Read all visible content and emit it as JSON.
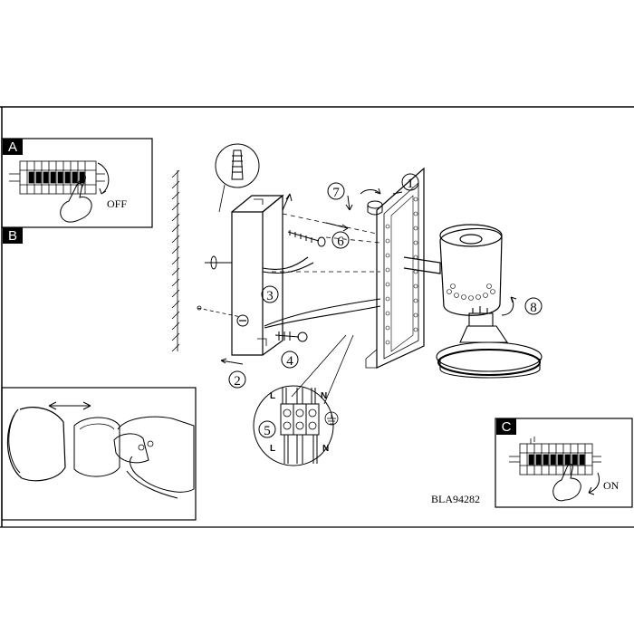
{
  "sections": [
    {
      "label": "A",
      "action_text": "OFF"
    },
    {
      "label": "B"
    },
    {
      "label": "C",
      "action_text": "ON"
    }
  ],
  "steps": [
    "1",
    "2",
    "3",
    "4",
    "5",
    "6",
    "7",
    "8"
  ],
  "terminal_labels": {
    "top": [
      "L",
      "N"
    ],
    "bottom": [
      "L",
      "N"
    ]
  },
  "model_code": "BLA94282",
  "colors": {
    "line": "#000000",
    "label_bg": "#000000",
    "paper": "#ffffff"
  }
}
